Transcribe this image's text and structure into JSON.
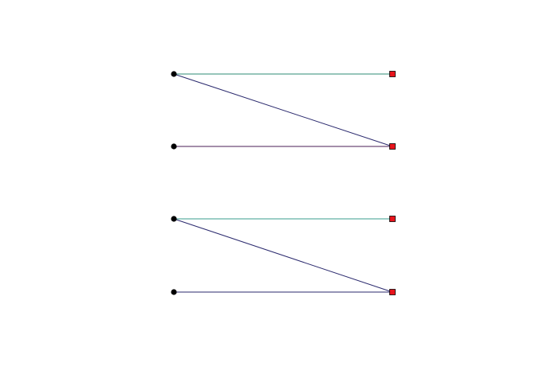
{
  "graph": {
    "type": "bipartite",
    "left_nodes": [
      {
        "id": "L1",
        "shape": "circle",
        "color": "#000000"
      },
      {
        "id": "L2",
        "shape": "circle",
        "color": "#000000"
      },
      {
        "id": "L3",
        "shape": "circle",
        "color": "#000000"
      },
      {
        "id": "L4",
        "shape": "circle",
        "color": "#000000"
      }
    ],
    "right_nodes": [
      {
        "id": "R1",
        "shape": "square",
        "color": "#e8141c"
      },
      {
        "id": "R2",
        "shape": "square",
        "color": "#e8141c"
      },
      {
        "id": "R3",
        "shape": "square",
        "color": "#e8141c"
      },
      {
        "id": "R4",
        "shape": "square",
        "color": "#e8141c"
      }
    ],
    "edges": [
      {
        "from": "L1",
        "to": "R1",
        "color": "#2e8b74"
      },
      {
        "from": "L1",
        "to": "R2",
        "color": "#2b2a6e"
      },
      {
        "from": "L2",
        "to": "R2",
        "color": "#4a1e55"
      },
      {
        "from": "L3",
        "to": "R3",
        "color": "#3a9e8c"
      },
      {
        "from": "L3",
        "to": "R4",
        "color": "#2b2a6e"
      },
      {
        "from": "L4",
        "to": "R4",
        "color": "#2b2a6e"
      }
    ]
  }
}
